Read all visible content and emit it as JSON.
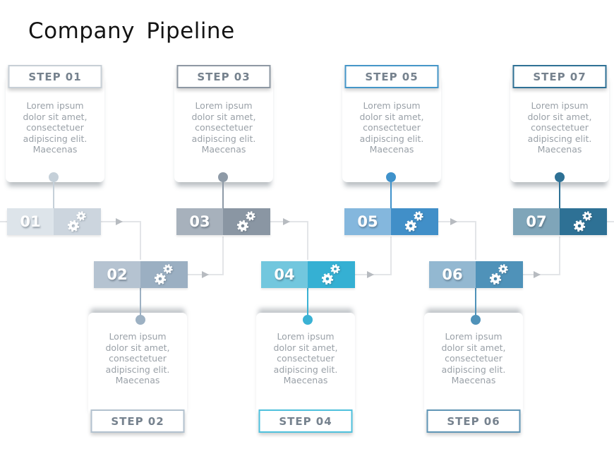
{
  "title": "Company Pipeline",
  "text_colors": {
    "title": "#141414",
    "header": "#76828e",
    "body": "#9aa1a8"
  },
  "connector_colors": {
    "line": "#e3e5e8",
    "arrow": "#b7bbc0"
  },
  "steps": [
    {
      "label": "STEP 01",
      "num": "01",
      "position": "top",
      "desc": "Lorem ipsum\ndolor sit amet,\nconsectetuer\nadipiscing elit.\nMaecenas",
      "colors": {
        "segment_light": "#dde4ea",
        "segment_dark": "#ccd5de",
        "accent": "#c5d0d9",
        "header_border": "#c7cfd6"
      }
    },
    {
      "label": "STEP 02",
      "num": "02",
      "position": "bottom",
      "desc": "Lorem ipsum\ndolor sit amet,\nconsectetuer\nadipiscing elit.\nMaecenas",
      "colors": {
        "segment_light": "#b5c3d1",
        "segment_dark": "#9bafc2",
        "accent": "#9db1c3",
        "header_border": "#b3c2cf"
      }
    },
    {
      "label": "STEP 03",
      "num": "03",
      "position": "top",
      "desc": "Lorem ipsum\ndolor sit amet,\nconsectetuer\nadipiscing elit.\nMaecenas",
      "colors": {
        "segment_light": "#a7b1bc",
        "segment_dark": "#8a96a3",
        "accent": "#8e9aa7",
        "header_border": "#8e98a3"
      }
    },
    {
      "label": "STEP 04",
      "num": "04",
      "position": "bottom",
      "desc": "Lorem ipsum\ndolor sit amet,\nconsectetuer\nadipiscing elit.\nMaecenas",
      "colors": {
        "segment_light": "#72c7de",
        "segment_dark": "#35b0d3",
        "accent": "#3ab2d4",
        "header_border": "#4fc1dd"
      }
    },
    {
      "label": "STEP 05",
      "num": "05",
      "position": "top",
      "desc": "Lorem ipsum\ndolor sit amet,\nconsectetuer\nadipiscing elit.\nMaecenas",
      "colors": {
        "segment_light": "#84b7dd",
        "segment_dark": "#418fc8",
        "accent": "#3f92cb",
        "header_border": "#4596c8"
      }
    },
    {
      "label": "STEP 06",
      "num": "06",
      "position": "bottom",
      "desc": "Lorem ipsum\ndolor sit amet,\nconsectetuer\nadipiscing elit.\nMaecenas",
      "colors": {
        "segment_light": "#93b8d1",
        "segment_dark": "#4f92b9",
        "accent": "#4f92b9",
        "header_border": "#6096b6"
      }
    },
    {
      "label": "STEP 07",
      "num": "07",
      "position": "top",
      "desc": "Lorem ipsum\ndolor sit amet,\nconsectetuer\nadipiscing elit.\nMaecenas",
      "colors": {
        "segment_light": "#7fa5b9",
        "segment_dark": "#2e7195",
        "accent": "#2e7195",
        "header_border": "#2f7195"
      }
    }
  ]
}
